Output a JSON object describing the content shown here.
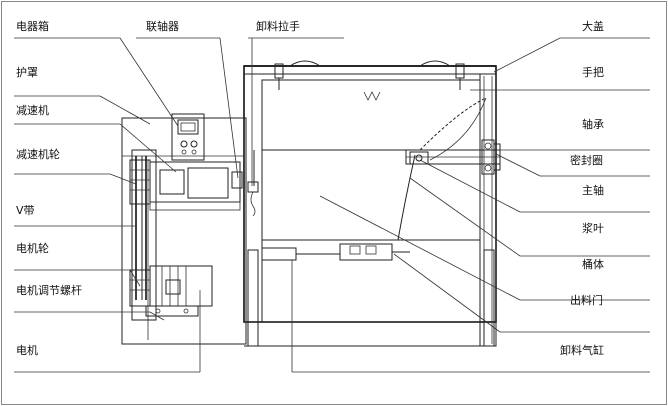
{
  "labels": {
    "left": [
      "电器箱",
      "护罩",
      "减速机",
      "减速机轮",
      "V带",
      "电机轮",
      "电机调节螺杆",
      "电机"
    ],
    "top": [
      "联轴器",
      "卸料拉手"
    ],
    "right": [
      "大盖",
      "手把",
      "轴承",
      "密封圈",
      "主轴",
      "浆叶",
      "桶体",
      "出料门",
      "卸料气缸"
    ]
  }
}
